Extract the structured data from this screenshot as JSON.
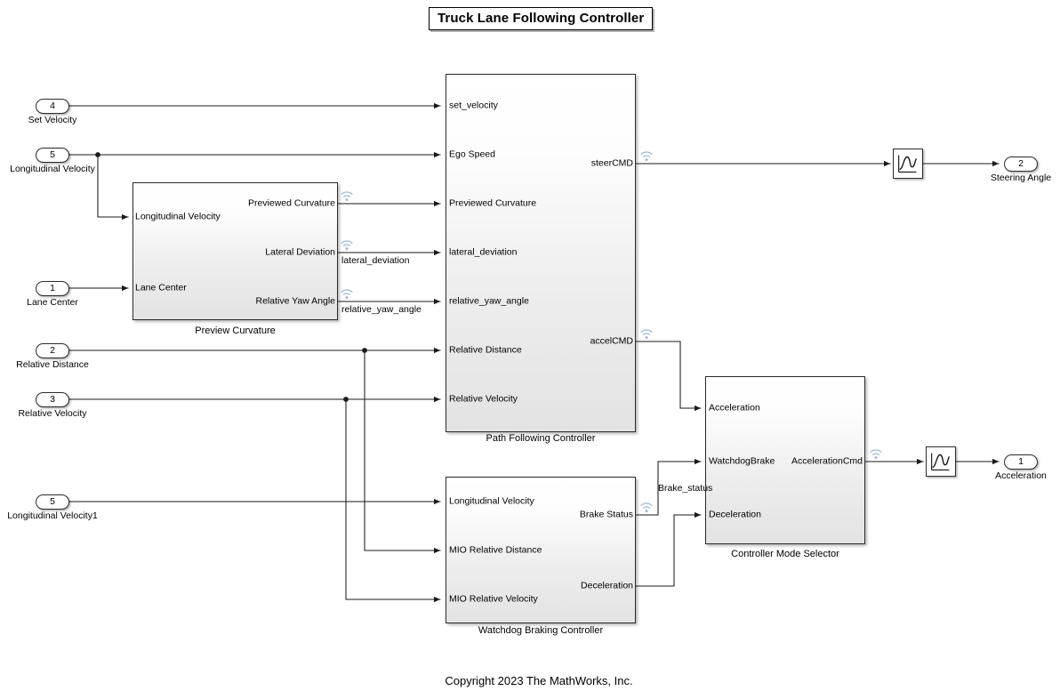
{
  "title_banner": {
    "text": "Truck Lane Following Controller"
  },
  "copyright": {
    "text": "Copyright 2023 The MathWorks, Inc."
  },
  "colors": {
    "block_border": "#2b2b2b",
    "wire": "#1a1a1a",
    "log_badge": "#9cb7d4",
    "block_fill_top": "#ffffff",
    "block_fill_bottom": "#e3e3e3"
  },
  "inports": [
    {
      "num": "4",
      "label": "Set Velocity",
      "icon": "inport-icon"
    },
    {
      "num": "5",
      "label": "Longitudinal Velocity",
      "icon": "inport-icon"
    },
    {
      "num": "1",
      "label": "Lane Center",
      "icon": "inport-icon"
    },
    {
      "num": "2",
      "label": "Relative Distance",
      "icon": "inport-icon"
    },
    {
      "num": "3",
      "label": "Relative Velocity",
      "icon": "inport-icon"
    },
    {
      "num": "5",
      "label": "Longitudinal Velocity1",
      "icon": "inport-icon"
    }
  ],
  "outports": [
    {
      "num": "2",
      "label": "Steering Angle",
      "icon": "outport-icon"
    },
    {
      "num": "1",
      "label": "Acceleration",
      "icon": "outport-icon"
    }
  ],
  "blocks": {
    "preview_curvature": {
      "name": "Preview Curvature",
      "inputs": [
        "Longitudinal Velocity",
        "Lane Center"
      ],
      "outputs": [
        "Previewed Curvature",
        "Lateral Deviation",
        "Relative Yaw Angle"
      ]
    },
    "path_following_controller": {
      "name": "Path Following Controller",
      "inputs": [
        "set_velocity",
        "Ego Speed",
        "Previewed Curvature",
        "lateral_deviation",
        "relative_yaw_angle",
        "Relative Distance",
        "Relative Velocity"
      ],
      "outputs": [
        "steerCMD",
        "accelCMD"
      ]
    },
    "watchdog_braking_controller": {
      "name": "Watchdog Braking Controller",
      "inputs": [
        "Longitudinal Velocity",
        "MIO Relative Distance",
        "MIO Relative Velocity"
      ],
      "outputs": [
        "Brake Status",
        "Deceleration"
      ]
    },
    "controller_mode_selector": {
      "name": "Controller Mode Selector",
      "inputs": [
        "Acceleration",
        "WatchdogBrake",
        "Deceleration"
      ],
      "outputs": [
        "AccelerationCmd"
      ]
    }
  },
  "signal_labels": [
    {
      "text": "lateral_deviation"
    },
    {
      "text": "relative_yaw_angle"
    },
    {
      "text": "Brake_status"
    }
  ],
  "scope_blocks": [
    {
      "icon": "signal-curve-icon"
    },
    {
      "icon": "signal-curve-icon"
    }
  ]
}
